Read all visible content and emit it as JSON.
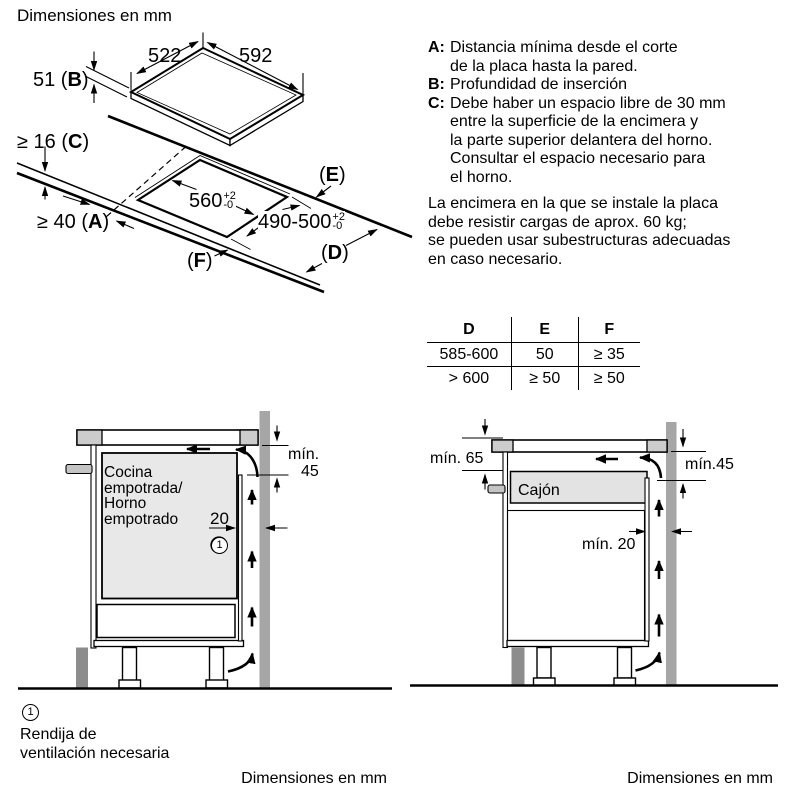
{
  "title": "Dimensiones en mm",
  "legend": {
    "items": [
      {
        "letter": "A:",
        "lines": [
          "Distancia mínima desde el corte",
          "de la placa hasta la pared."
        ]
      },
      {
        "letter": "B:",
        "lines": [
          "Profundidad de inserción"
        ]
      },
      {
        "letter": "C:",
        "lines": [
          "Debe haber un espacio libre de 30 mm",
          "entre la superficie de la encimera y",
          "la parte superior delantera del horno.",
          "Consultar el espacio necesario para",
          "el horno."
        ]
      }
    ],
    "note_lines": [
      "La encimera en la que se instale la placa",
      "debe resistir cargas de aprox. 60 kg;",
      "se pueden usar subestructuras adecuadas",
      "en caso necesario."
    ]
  },
  "top_figure": {
    "dims": {
      "width_left": "522",
      "width_right": "592",
      "b_pre": "51 (",
      "b_letter": "B",
      "b_post": ")",
      "c_pre": "≥ 16 (",
      "c_letter": "C",
      "c_post": ")",
      "a_pre": "≥ 40 (",
      "a_letter": "A",
      "a_post": ")",
      "cutout_width": "560",
      "cutout_width_tol_plus": "+2",
      "cutout_width_tol_minus": "-0",
      "cutout_depth": "490-500",
      "cutout_depth_tol_plus": "+2",
      "cutout_depth_tol_minus": "-0",
      "e_pre": "(",
      "e_letter": "E",
      "e_post": ")",
      "f_pre": "(",
      "f_letter": "F",
      "f_post": ")",
      "d_pre": "(",
      "d_letter": "D",
      "d_post": ")"
    }
  },
  "table": {
    "headers": [
      "D",
      "E",
      "F"
    ],
    "rows": [
      [
        "585-600",
        "50",
        "≥ 35"
      ],
      [
        "> 600",
        "≥ 50",
        "≥ 50"
      ]
    ]
  },
  "left_figure": {
    "oven_lines": [
      "Cocina",
      "empotrada/",
      "Horno",
      "empotrado"
    ],
    "min45_line1": "mín.",
    "min45_line2": "45",
    "gap": "20",
    "vent_ref": "1"
  },
  "right_figure": {
    "min65": "mín. 65",
    "drawer": "Cajón",
    "min45": "mín.45",
    "min20": "mín. 20"
  },
  "footer": {
    "ref": "1",
    "note_lines": [
      "Rendija de",
      "ventilación necesaria"
    ],
    "caption_left": "Dimensiones en mm",
    "caption_right": "Dimensiones en mm"
  },
  "colors": {
    "line": "#000000",
    "wall_gray": "#a6a6a6",
    "plinth_gray": "#8c8c8c",
    "block_gray": "#cccccc",
    "oven_gray": "#e8e8e8",
    "drawer_gray": "#e3e3e3",
    "knob_gray": "#c4c4c4"
  }
}
